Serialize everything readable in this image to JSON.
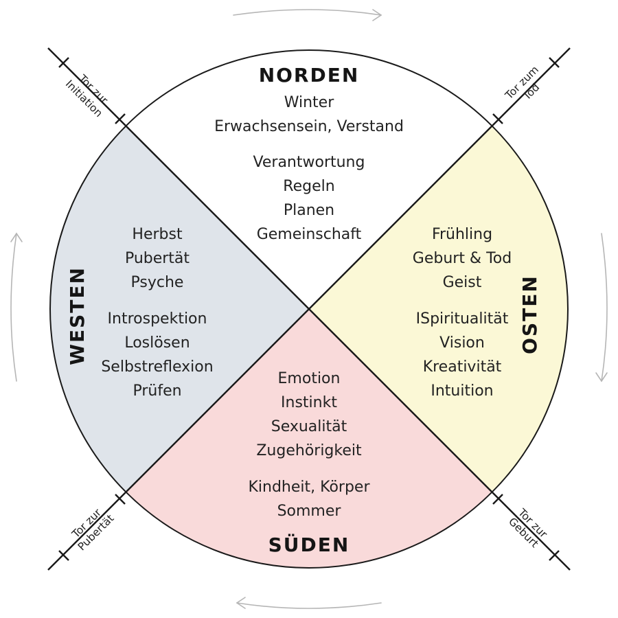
{
  "colors": {
    "west": "#dfe4ea",
    "east": "#fbf8d6",
    "south": "#f9dada",
    "north": "#ffffff",
    "stroke": "#1a1a1a",
    "arrow": "#b5b5b5"
  },
  "north": {
    "title": "NORDEN",
    "line1": "Winter",
    "line2": "Erwachsensein, Verstand",
    "items": [
      "Verantwortung",
      "Regeln",
      "Planen",
      "Gemeinschaft"
    ]
  },
  "west": {
    "title": "WESTEN",
    "lines": [
      "Herbst",
      "Pubertät",
      "Psyche"
    ],
    "items": [
      "Introspektion",
      "Loslösen",
      "Selbstreflexion",
      "Prüfen"
    ]
  },
  "east": {
    "title": "OSTEN",
    "lines": [
      "Frühling",
      "Geburt & Tod",
      "Geist"
    ],
    "items": [
      "ISpiritualität",
      "Vision",
      "Kreativität",
      "Intuition"
    ]
  },
  "south": {
    "title": "SÜDEN",
    "items": [
      "Emotion",
      "Instinkt",
      "Sexualität",
      "Zugehörigkeit"
    ],
    "lines": [
      "Kindheit, Körper",
      "Sommer"
    ]
  },
  "gates": {
    "nw": [
      "Tor zur",
      "Initiation"
    ],
    "ne": [
      "Tor zum",
      "Tod"
    ],
    "sw": [
      "Tor zur",
      "Pubertät"
    ],
    "se": [
      "Tor zur",
      "Geburt"
    ]
  }
}
